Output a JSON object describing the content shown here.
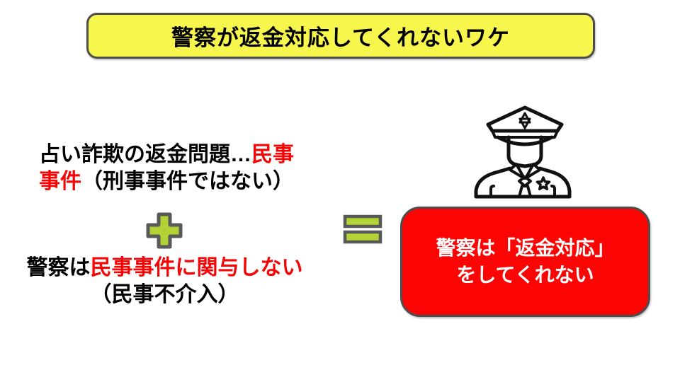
{
  "title": {
    "text": "警察が返金対応してくれないワケ",
    "bg_color": "#f7f64d",
    "border_color": "#4d4d4d"
  },
  "left_column": {
    "statement1": {
      "line1_black": "占い詐欺の返金問題…",
      "line1_red": "民事",
      "line2_red": "事件",
      "line2_black": "（刑事事件ではない）"
    },
    "statement2": {
      "line1_black": "警察は",
      "line1_red": "民事事件に関与しない",
      "line2_black": "（民事不介入）"
    },
    "red_text_color": "#f40606"
  },
  "operators": {
    "plus_icon": "plus-icon",
    "equals_icon": "equals-icon",
    "fill_color": "#b2d235",
    "outline_color": "#595959"
  },
  "result": {
    "icon": "police-officer-icon",
    "box": {
      "line1": "警察は「返金対応」",
      "line2": "をしてくれない",
      "bg_color": "#fb0404",
      "border_color": "#4d4d4d",
      "text_color": "#ffffff"
    }
  }
}
